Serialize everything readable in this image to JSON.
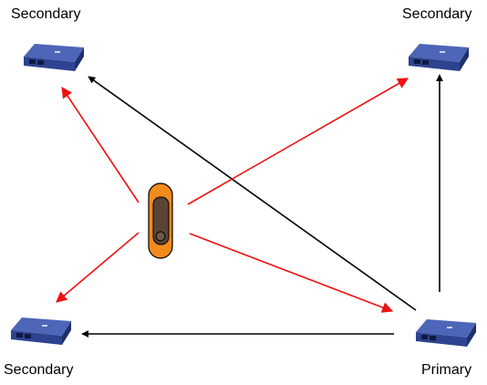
{
  "nodes": {
    "top_left": {
      "label": "Secondary",
      "icon": "access-point-icon"
    },
    "top_right": {
      "label": "Secondary",
      "icon": "access-point-icon"
    },
    "bottom_left": {
      "label": "Secondary",
      "icon": "access-point-icon"
    },
    "bottom_right": {
      "label": "Primary",
      "icon": "access-point-icon"
    },
    "client": {
      "icon": "wireless-client-icon"
    }
  },
  "colors": {
    "primary_link": "#000000",
    "client_link": "#ee1111",
    "device_top": "#3b53a4",
    "device_front": "#2a3d86",
    "device_side": "#1f2f6e",
    "client_body": "#f28a1e",
    "client_screen": "#5a4535"
  }
}
